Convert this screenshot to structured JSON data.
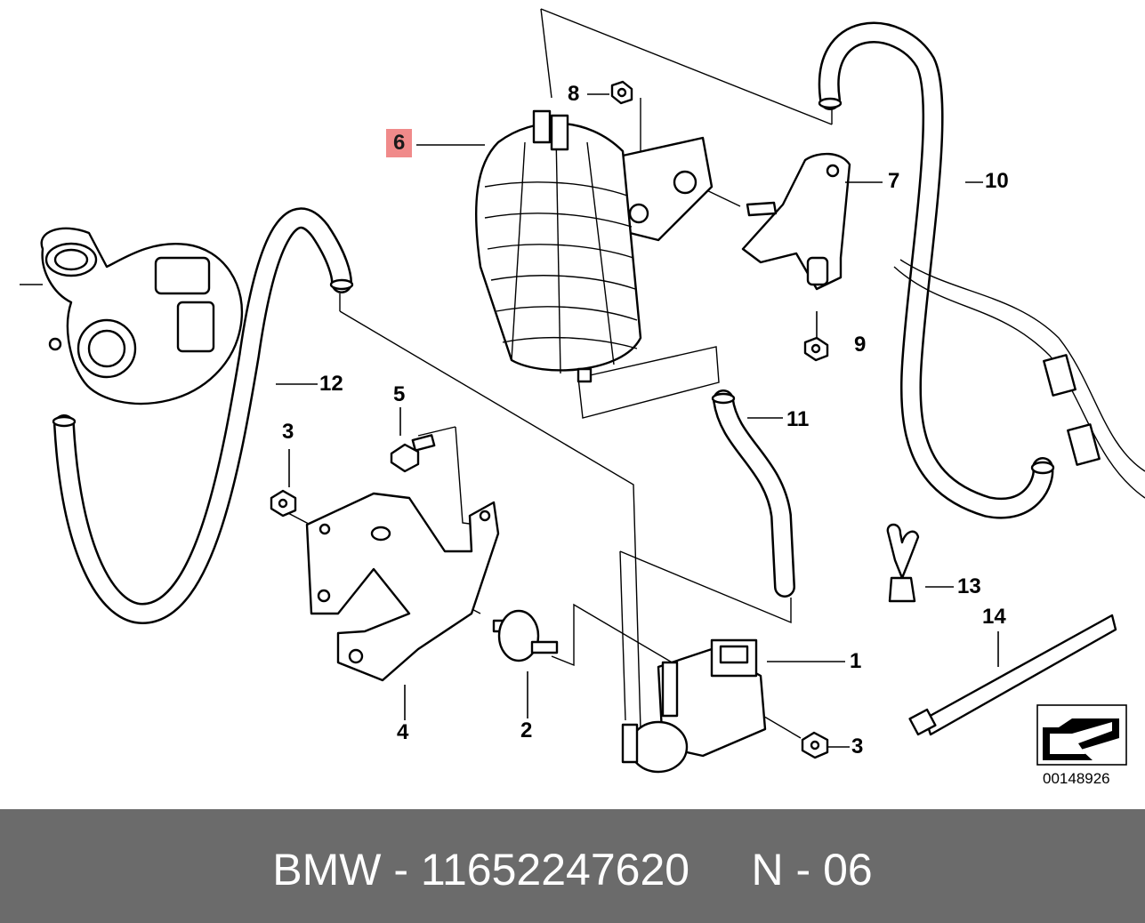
{
  "callouts": {
    "c1": "1",
    "c2": "2",
    "c3a": "3",
    "c3b": "3",
    "c4": "4",
    "c5": "5",
    "c6": "6",
    "c7": "7",
    "c8": "8",
    "c9": "9",
    "c10": "10",
    "c11": "11",
    "c12": "12",
    "c13": "13",
    "c14": "14"
  },
  "highlight_color": "#f08a8a",
  "reference_number": "00148926",
  "footer": {
    "text": "BMW - 11652247620     N - 06",
    "background": "#6b6b6b",
    "color": "#ffffff"
  }
}
